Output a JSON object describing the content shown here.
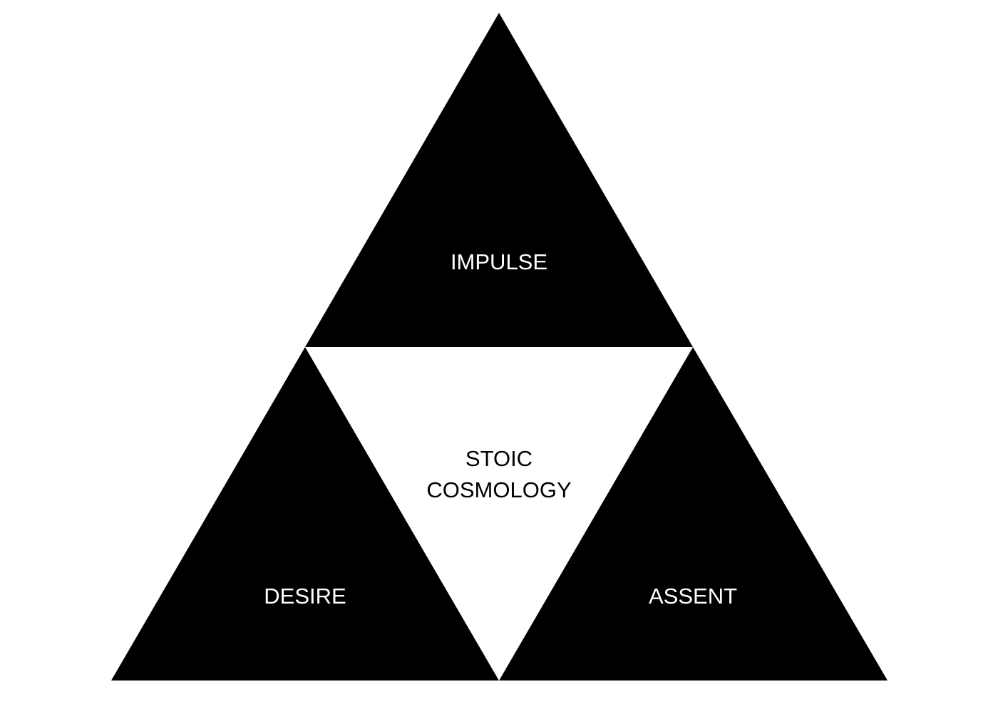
{
  "diagram": {
    "colors": {
      "background": "#ffffff",
      "triangle_fill": "#000000",
      "center_fill": "#ffffff",
      "label_on_dark": "#ffffff",
      "label_on_light": "#000000"
    },
    "triangles": {
      "top": {
        "label": "IMPULSE"
      },
      "bottom_left": {
        "label": "DESIRE"
      },
      "bottom_right": {
        "label": "ASSENT"
      },
      "center": {
        "line1": "STOIC",
        "line2": "COSMOLOGY"
      }
    }
  }
}
